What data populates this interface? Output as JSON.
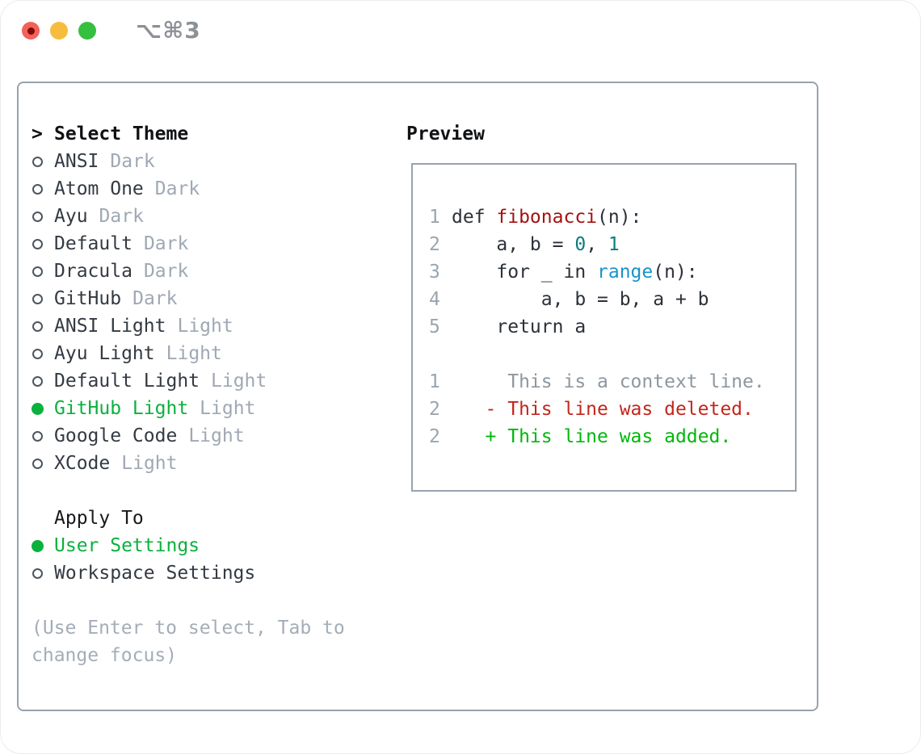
{
  "window": {
    "title": "⌥⌘3"
  },
  "theme_list": {
    "prompt": ">",
    "title": "Select Theme",
    "items": [
      {
        "name": "ANSI",
        "tag": "Dark",
        "selected": false
      },
      {
        "name": "Atom One",
        "tag": "Dark",
        "selected": false
      },
      {
        "name": "Ayu",
        "tag": "Dark",
        "selected": false
      },
      {
        "name": "Default",
        "tag": "Dark",
        "selected": false
      },
      {
        "name": "Dracula",
        "tag": "Dark",
        "selected": false
      },
      {
        "name": "GitHub",
        "tag": "Dark",
        "selected": false
      },
      {
        "name": "ANSI Light",
        "tag": "Light",
        "selected": false
      },
      {
        "name": "Ayu Light",
        "tag": "Light",
        "selected": false
      },
      {
        "name": "Default Light",
        "tag": "Light",
        "selected": false
      },
      {
        "name": "GitHub Light",
        "tag": "Light",
        "selected": true
      },
      {
        "name": "Google Code",
        "tag": "Light",
        "selected": false
      },
      {
        "name": "XCode",
        "tag": "Light",
        "selected": false
      }
    ]
  },
  "apply_to": {
    "title": "Apply To",
    "options": [
      {
        "name": "User Settings",
        "selected": true
      },
      {
        "name": "Workspace Settings",
        "selected": false
      }
    ]
  },
  "hint_lines": [
    "(Use Enter to select, Tab to",
    "change focus)"
  ],
  "preview": {
    "title": "Preview",
    "code_lines": [
      {
        "num": "1",
        "tokens": [
          {
            "text": "def ",
            "color": "code"
          },
          {
            "text": "fibonacci",
            "color": "function"
          },
          {
            "text": "(n):",
            "color": "code"
          }
        ]
      },
      {
        "num": "2",
        "tokens": [
          {
            "text": "    a, b = ",
            "color": "code"
          },
          {
            "text": "0",
            "color": "number"
          },
          {
            "text": ", ",
            "color": "code"
          },
          {
            "text": "1",
            "color": "number"
          }
        ]
      },
      {
        "num": "3",
        "tokens": [
          {
            "text": "    for _ in ",
            "color": "code"
          },
          {
            "text": "range",
            "color": "builtin"
          },
          {
            "text": "(n):",
            "color": "code"
          }
        ]
      },
      {
        "num": "4",
        "tokens": [
          {
            "text": "        a, b = b, a + b",
            "color": "code"
          }
        ]
      },
      {
        "num": "5",
        "tokens": [
          {
            "text": "    return a",
            "color": "code"
          }
        ]
      },
      {
        "num": "",
        "tokens": []
      },
      {
        "num": "1",
        "tokens": [
          {
            "text": "     This is a context line.",
            "color": "context"
          }
        ]
      },
      {
        "num": "2",
        "tokens": [
          {
            "text": "   - This line was deleted.",
            "color": "deleted"
          }
        ]
      },
      {
        "num": "2",
        "tokens": [
          {
            "text": "   + This line was added.",
            "color": "added"
          }
        ]
      }
    ]
  },
  "colors": {
    "code": "#2b3138",
    "function": "#a31212",
    "number": "#0b7c7c",
    "builtin": "#1793cc",
    "context": "#8e979f",
    "deleted": "#c2271c",
    "added": "#00b70c",
    "selected_green": "#0ab13d",
    "line_number": "#9aa4b0",
    "tag_gray": "#9fa8b4",
    "hint_gray": "#a4adb8",
    "ring_gray": "#4d555e",
    "traffic_red": "#f4605a",
    "traffic_red_dot": "#7c0e06",
    "traffic_yellow": "#f6bc3e",
    "traffic_green": "#35c03f"
  }
}
